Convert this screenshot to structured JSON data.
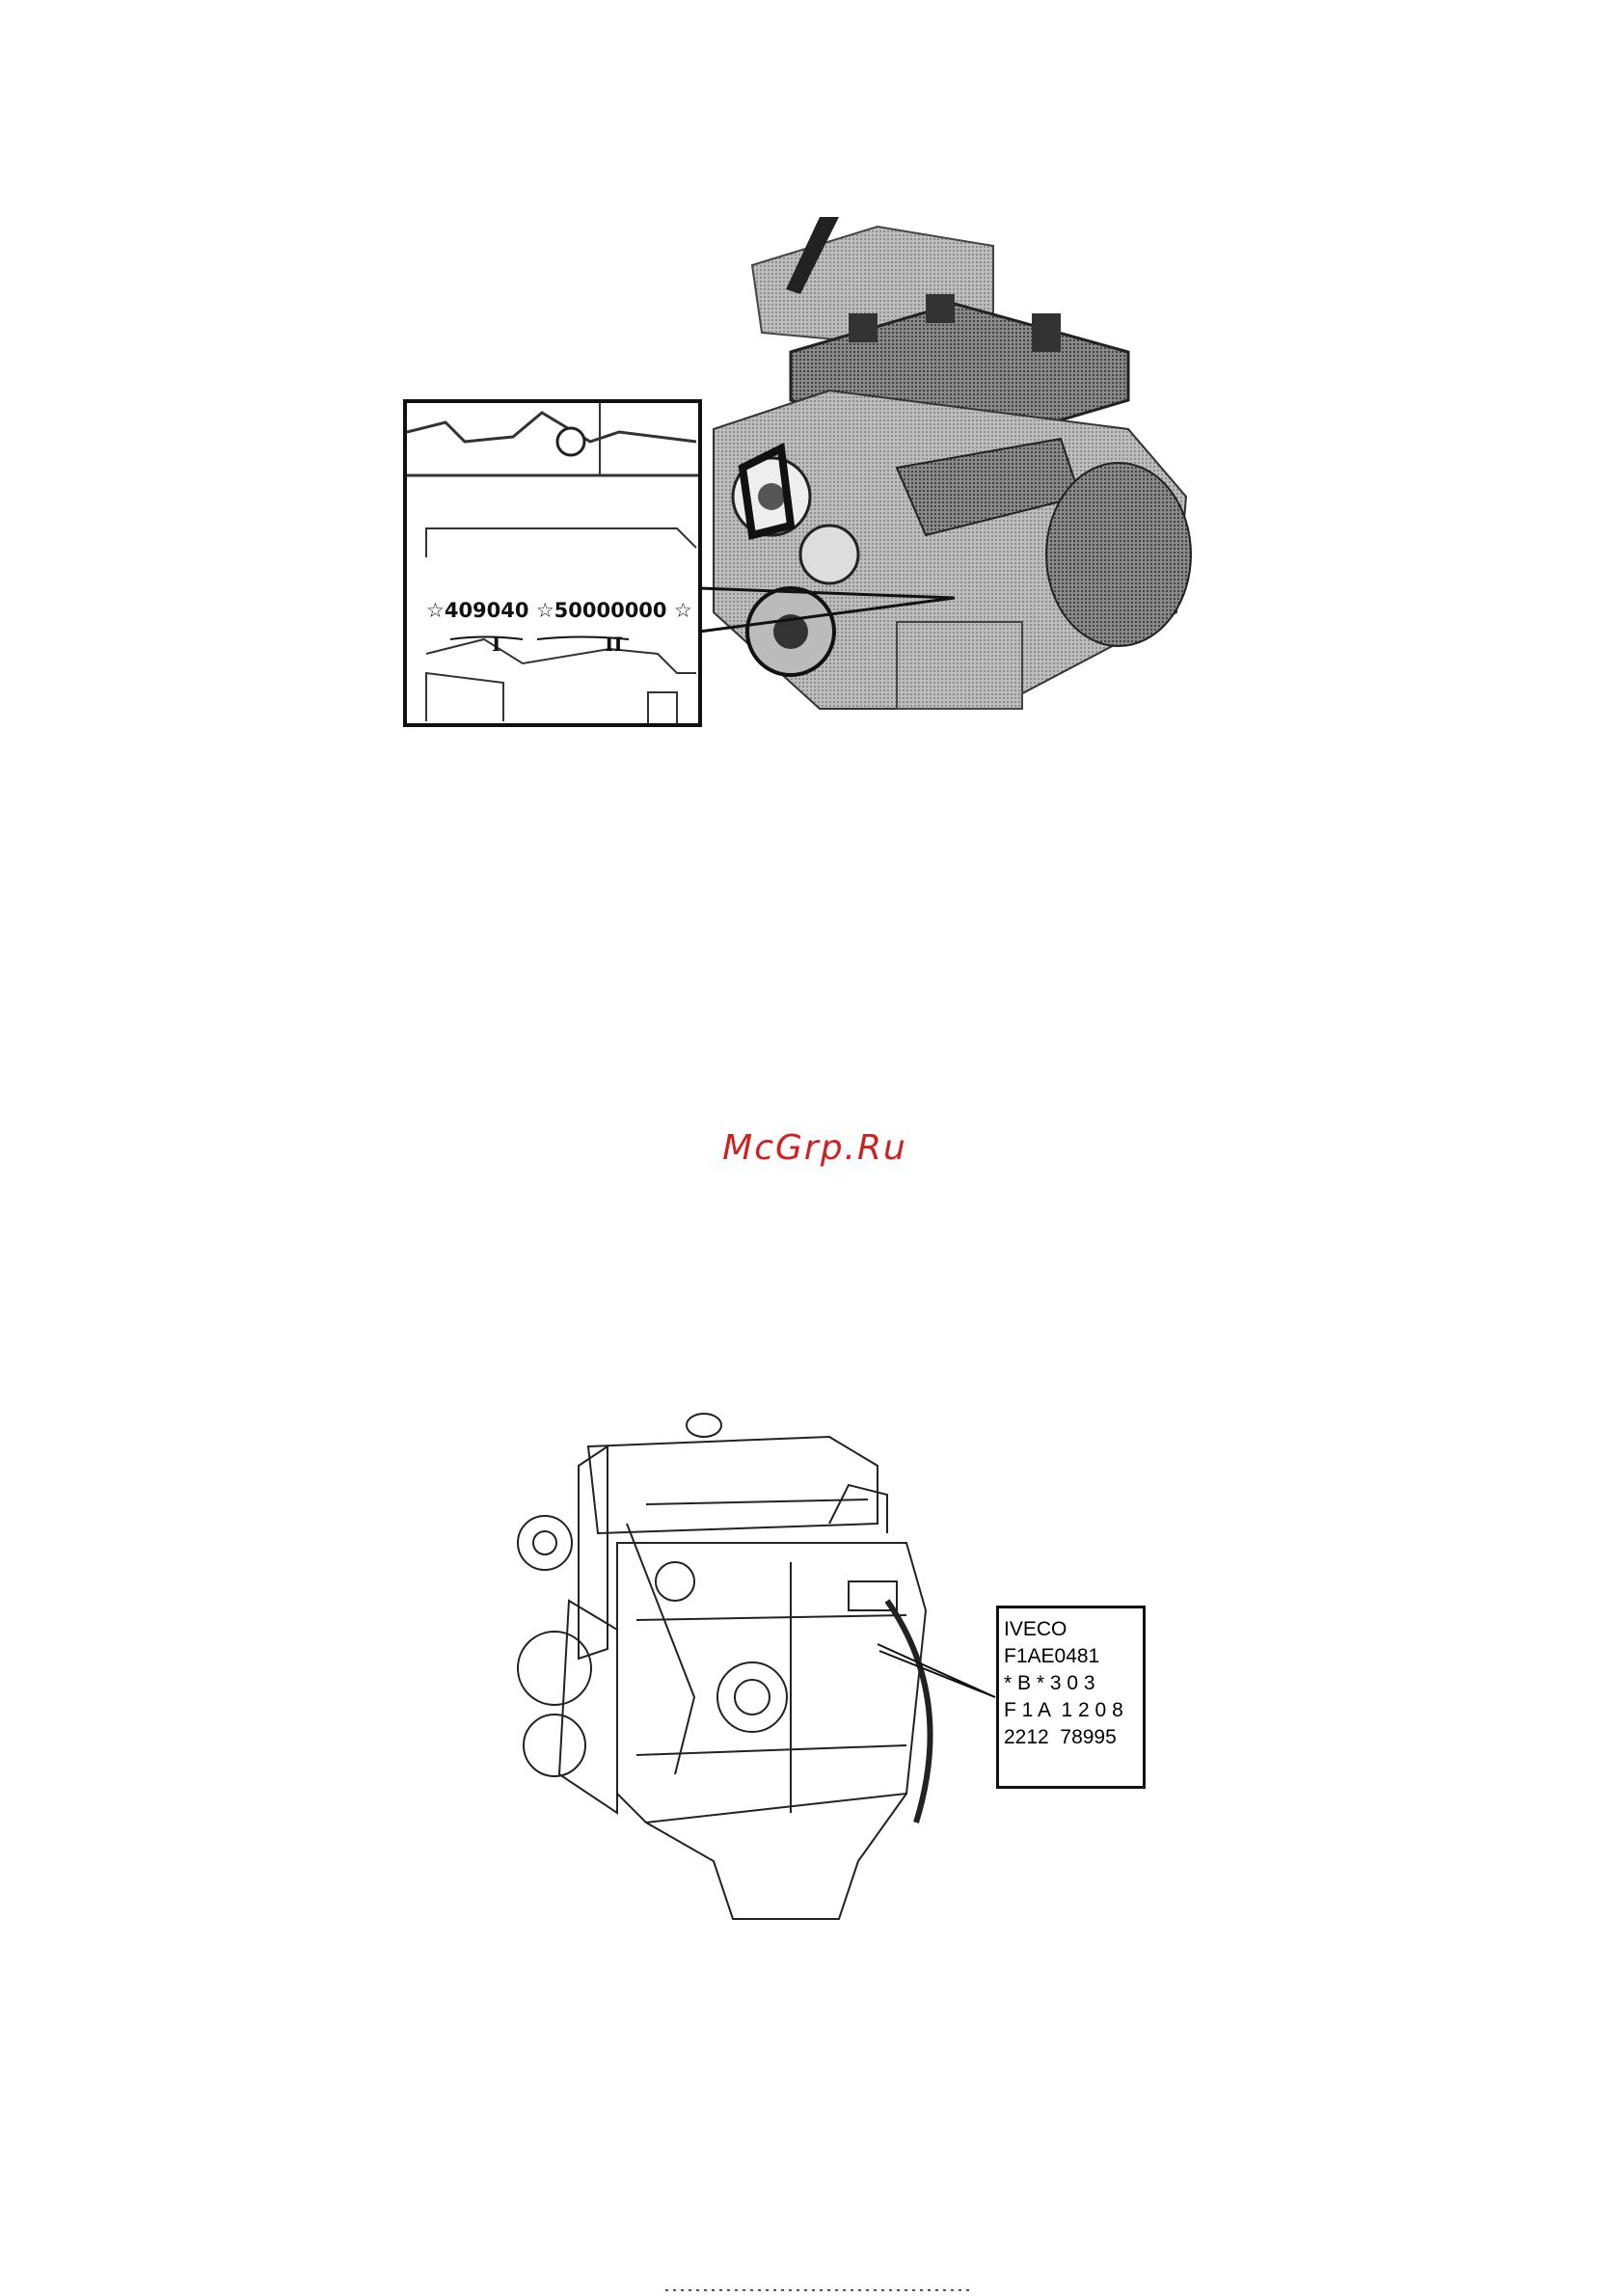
{
  "figure_top": {
    "callout": {
      "star_symbol": "☆",
      "engine_number_part1": "409040",
      "engine_number_part2": "50000000",
      "label_part1": "I",
      "label_part2": "II"
    }
  },
  "watermark": {
    "text": "McGrp.Ru",
    "color": "#d02020"
  },
  "figure_bottom": {
    "plate": {
      "line1": "IVECO",
      "line2": "F1AE0481",
      "line3": "* B * 3 0 3",
      "line4": "F 1 A  1 2 0 8",
      "line5": "2212  78995"
    }
  }
}
